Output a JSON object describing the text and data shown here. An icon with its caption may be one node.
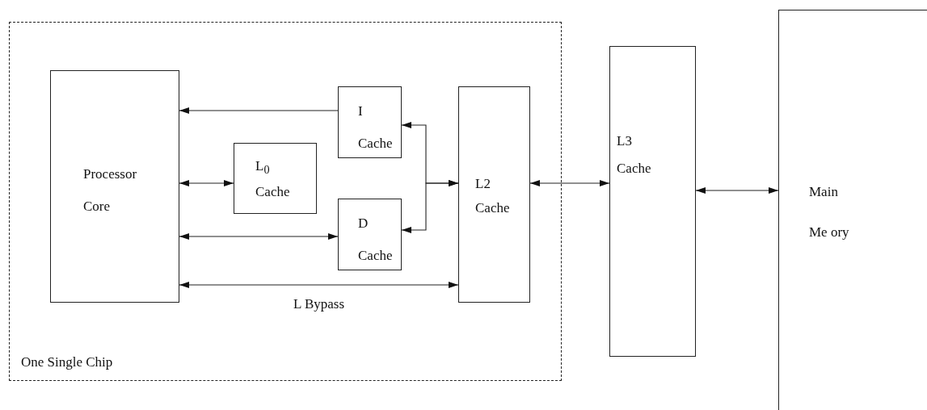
{
  "diagram": {
    "nodes": [
      {
        "text": [
          "One Single Chip"
        ]
      },
      {
        "text": [
          "Processor Core"
        ],
        "in": 0
      },
      {
        "text": [
          "L$_{0}$ Cache"
        ],
        "in": 0
      },
      {
        "text": [
          "I Cache"
        ],
        "in": 0
      },
      {
        "text": [
          "D Cache"
        ],
        "in": 0
      },
      {
        "text": [
          "L2 Cache"
        ],
        "in": 0
      },
      {
        "text": [
          "L3 Cache"
        ]
      },
      {
        "text": [
          "Main Me ory"
        ]
      }
    ],
    "edges": [
      {
        "from": 3,
        "to": 1,
        "arrow": "to"
      },
      {
        "from": 1,
        "to": 2,
        "arrow": "both"
      },
      {
        "from": 1,
        "to": 4,
        "arrow": "both"
      },
      {
        "from": 1,
        "to": 5,
        "arrow": "both",
        "label": "L Bypass"
      },
      {
        "from": 5,
        "to": 3,
        "arrow": "both"
      },
      {
        "from": 5,
        "to": 4,
        "arrow": "both"
      },
      {
        "from": 5,
        "to": 6,
        "arrow": "both"
      },
      {
        "from": 6,
        "to": 7,
        "arrow": "both"
      }
    ]
  }
}
